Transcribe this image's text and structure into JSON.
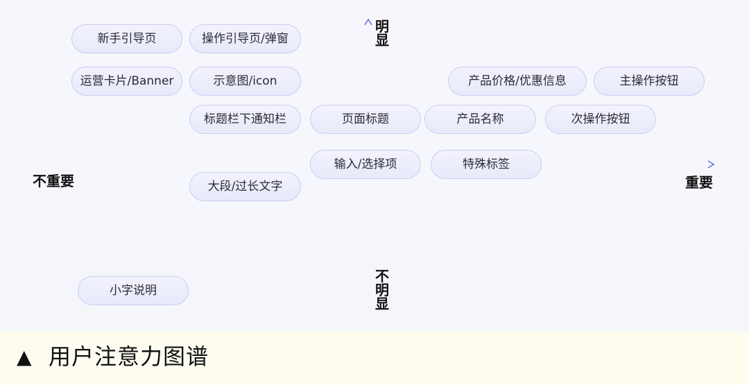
{
  "axes": {
    "top": "明显",
    "bottom": "不明显",
    "left": "不重要",
    "right": "重要",
    "color": "#6c7de0"
  },
  "items": [
    {
      "id": "newbie-guide",
      "label": "新手引导页"
    },
    {
      "id": "operation-guide",
      "label": "操作引导页/弹窗"
    },
    {
      "id": "banner-card",
      "label": "运营卡片/Banner"
    },
    {
      "id": "illustration-icon",
      "label": "示意图/icon"
    },
    {
      "id": "price-discount",
      "label": "产品价格/优惠信息"
    },
    {
      "id": "primary-button",
      "label": "主操作按钮"
    },
    {
      "id": "title-notice-bar",
      "label": "标题栏下通知栏"
    },
    {
      "id": "page-title",
      "label": "页面标题"
    },
    {
      "id": "product-name",
      "label": "产品名称"
    },
    {
      "id": "secondary-button",
      "label": "次操作按钮"
    },
    {
      "id": "input-options",
      "label": "输入/选择项"
    },
    {
      "id": "special-tag",
      "label": "特殊标签"
    },
    {
      "id": "long-text",
      "label": "大段/过长文字"
    },
    {
      "id": "small-text",
      "label": "小字说明"
    }
  ],
  "caption": {
    "arrow": "▲",
    "text": "用户注意力图谱"
  },
  "colors": {
    "pill_border": "#c9cdf0",
    "pill_fill": "#e7eafa",
    "caption_background": "#fdfcef"
  }
}
